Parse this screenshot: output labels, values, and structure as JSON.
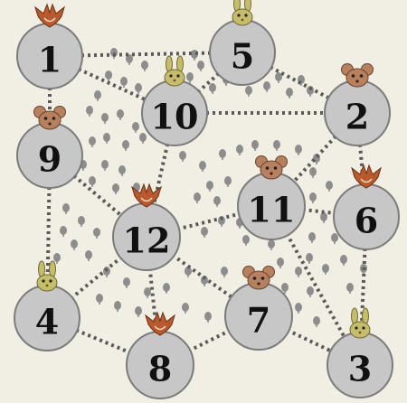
{
  "nodes": [
    {
      "label": "1",
      "animal": "fox"
    },
    {
      "label": "5",
      "animal": "rabbit"
    },
    {
      "label": "10",
      "animal": "rabbit"
    },
    {
      "label": "2",
      "animal": "mouse"
    },
    {
      "label": "9",
      "animal": "mouse"
    },
    {
      "label": "11",
      "animal": "mouse"
    },
    {
      "label": "6",
      "animal": "fox"
    },
    {
      "label": "12",
      "animal": "fox"
    },
    {
      "label": "4",
      "animal": "rabbit"
    },
    {
      "label": "7",
      "animal": "mouse"
    },
    {
      "label": "8",
      "animal": "fox"
    },
    {
      "label": "3",
      "animal": "rabbit"
    }
  ],
  "edges": [
    [
      "1",
      "5"
    ],
    [
      "1",
      "10"
    ],
    [
      "1",
      "9"
    ],
    [
      "5",
      "10"
    ],
    [
      "5",
      "2"
    ],
    [
      "10",
      "2"
    ],
    [
      "10",
      "12"
    ],
    [
      "2",
      "6"
    ],
    [
      "2",
      "11"
    ],
    [
      "9",
      "12"
    ],
    [
      "9",
      "4"
    ],
    [
      "12",
      "11"
    ],
    [
      "12",
      "4"
    ],
    [
      "12",
      "8"
    ],
    [
      "12",
      "7"
    ],
    [
      "11",
      "6"
    ],
    [
      "11",
      "3"
    ],
    [
      "6",
      "3"
    ],
    [
      "4",
      "8"
    ],
    [
      "8",
      "7"
    ],
    [
      "7",
      "3"
    ]
  ],
  "colors": {
    "background": "#f1eee3",
    "node_fill": "#c8c7c8",
    "node_stroke": "#7c7b7c",
    "edge": "#5a5a5a",
    "tree": "#8e8d8e",
    "fox": "#b85a2d",
    "rabbit": "#c6bd6b",
    "mouse": "#b7805e"
  }
}
